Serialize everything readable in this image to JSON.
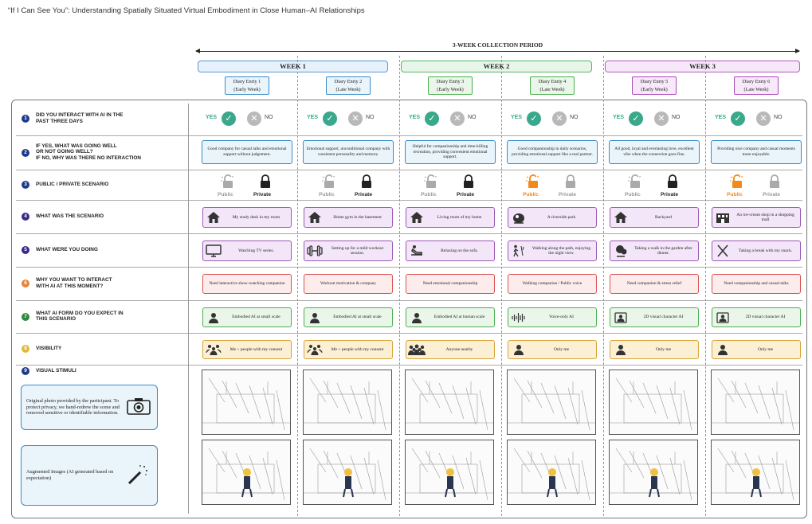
{
  "header": {
    "text": "“If I Can See You”: Understanding Spatially Situated Virtual Embodiment in Close Human–AI Relationships"
  },
  "period": {
    "label": "3-WEEK COLLECTION PERIOD"
  },
  "weeks": [
    {
      "label": "WEEK 1",
      "border": "#5a9ad4",
      "bg": "#e6f1fb"
    },
    {
      "label": "WEEK 2",
      "border": "#55b56b",
      "bg": "#e8f6ea"
    },
    {
      "label": "WEEK 3",
      "border": "#b25cc0",
      "bg": "#f6e8f8"
    }
  ],
  "entries": [
    {
      "l1": "Diary Enrty 1",
      "l2": "(Early Week)",
      "border": "#3a8cc4",
      "bg": "#eaf4fb"
    },
    {
      "l1": "Diary Enrty 2",
      "l2": "(Late Week)",
      "border": "#3a8cc4",
      "bg": "#eaf4fb"
    },
    {
      "l1": "Diary Enrty 3",
      "l2": "(Early Week)",
      "border": "#4caf50",
      "bg": "#eaf6ea"
    },
    {
      "l1": "Diary Enrty 4",
      "l2": "(Late Week)",
      "border": "#4caf50",
      "bg": "#eaf6ea"
    },
    {
      "l1": "Diary Enrty 5",
      "l2": "(Early Week)",
      "border": "#a84ab6",
      "bg": "#f7e9f9"
    },
    {
      "l1": "Diary Enrty 6",
      "l2": "(Late Week)",
      "border": "#a84ab6",
      "bg": "#f7e9f9"
    }
  ],
  "rows": [
    {
      "num": "1",
      "color": "#1f3a8a",
      "lines": [
        "DID YOU INTERACT WITH AI IN THE",
        "PAST THREE DAYS"
      ]
    },
    {
      "num": "2",
      "color": "#1f3a8a",
      "lines": [
        "IF YES, WHAT  WAS GOING WELL",
        "OR NOT GOING WELL?",
        "IF NO, WHY WAS THERE NO INTERACTION"
      ]
    },
    {
      "num": "3",
      "color": "#1f3a8a",
      "lines": [
        "PUBLIC / PRIVATE SCENARIO"
      ]
    },
    {
      "num": "4",
      "color": "#3a2a8a",
      "lines": [
        "WHAT WAS THE SCENARIO"
      ]
    },
    {
      "num": "5",
      "color": "#3a2a8a",
      "lines": [
        "WHAT WERE YOU DOING"
      ]
    },
    {
      "num": "6",
      "color": "#e8833a",
      "lines": [
        "WHY YOU WANT TO INTERACT",
        "WITH AI AT THIS MOMENT?"
      ]
    },
    {
      "num": "7",
      "color": "#2e8b3e",
      "lines": [
        "WHAT AI FORM DO YOU EXPECT IN",
        "THIS SCENARIO"
      ]
    },
    {
      "num": "8",
      "color": "#e1b93b",
      "lines": [
        "VISIBILITY"
      ]
    },
    {
      "num": "9",
      "color": "#1f3a8a",
      "lines": [
        "VISUAL STIMULI"
      ]
    }
  ],
  "yesno": {
    "yes": "YES",
    "no": "NO",
    "check_color": "#3aa88b",
    "x_color": "#b9b9b9"
  },
  "q2": [
    "Good company for casual talks and emotional support without judgement.",
    "Emotional support, unconditional company with consistent personality and memory.",
    "Helpful for companionship and time-killing recreation, providing convenient emotional support.",
    "Good companionship in daily scenarios, providing emotional support like a real partner.",
    "All good, loyal and everlasting love, excellent vibe when the connection goes fine.",
    "Providing nice company and casual moments more enjoyable."
  ],
  "lock": {
    "public": "Public",
    "private": "Private",
    "selected": [
      "private",
      "private",
      "private",
      "public",
      "private",
      "public"
    ],
    "active_public_color": "#f08a1c"
  },
  "scenario": [
    {
      "icon": "home-icon",
      "text": "My study desk in my room"
    },
    {
      "icon": "home-icon",
      "text": "Home gym in the basement"
    },
    {
      "icon": "home-icon",
      "text": "Living room of my home"
    },
    {
      "icon": "park-icon",
      "text": "A riverside park"
    },
    {
      "icon": "home-icon",
      "text": "Backyard"
    },
    {
      "icon": "mall-icon",
      "text": "An ice-cream shop in a shopping mall"
    }
  ],
  "doing": [
    {
      "icon": "tv-icon",
      "text": "Watching TV series."
    },
    {
      "icon": "dumbbell-icon",
      "text": "Setting up for a mild workout session."
    },
    {
      "icon": "sofa-icon",
      "text": "Relaxing on the sofa."
    },
    {
      "icon": "walk-icon",
      "text": "Walking along the path, enjoying the night view."
    },
    {
      "icon": "garden-icon",
      "text": "Taking a walk in the garden after dinner."
    },
    {
      "icon": "utensils-icon",
      "text": "Taking a break with my snack."
    }
  ],
  "why": [
    "Need interactive show-watching companion",
    "Workout motivation & company",
    "Need emotional companionship",
    "Walking companion / Public voice",
    "Need companion & stress relief",
    "Need companionship and casual talks"
  ],
  "form": [
    {
      "icon": "person-icon",
      "text": "Embodied AI at small scale"
    },
    {
      "icon": "person-icon",
      "text": "Embodied AI at small scale"
    },
    {
      "icon": "person-icon",
      "text": "Embodied AI at human scale"
    },
    {
      "icon": "voice-icon",
      "text": "Voice-only AI"
    },
    {
      "icon": "portrait-icon",
      "text": "2D visual character AI"
    },
    {
      "icon": "portrait-icon",
      "text": "2D visual character AI"
    }
  ],
  "visibility": [
    {
      "icon": "consent-group-icon",
      "text": "Me + people with my consent"
    },
    {
      "icon": "consent-group-icon",
      "text": "Me + people with my consent"
    },
    {
      "icon": "crowd-icon",
      "text": "Anyone nearby"
    },
    {
      "icon": "person-icon",
      "text": "Only me"
    },
    {
      "icon": "person-icon",
      "text": "Only me"
    },
    {
      "icon": "person-icon",
      "text": "Only me"
    }
  ],
  "stimuli": {
    "original_note": "Original photo provided by the participant. To protect privacy, we hand-redrew the scene and removed sensitive or identifiable information.",
    "augmented_note": "Augmented Images (AI generated based on expectation)"
  },
  "colors": {
    "q2": [
      "#3a8cc4",
      "#eaf4fb"
    ],
    "scenario": [
      "#9b59b6",
      "#f3e6f8"
    ],
    "why": [
      "#d9534f",
      "#fdecec"
    ],
    "form": [
      "#4caf50",
      "#eaf6ea"
    ],
    "vis": [
      "#d8a33a",
      "#fbefd4"
    ]
  }
}
